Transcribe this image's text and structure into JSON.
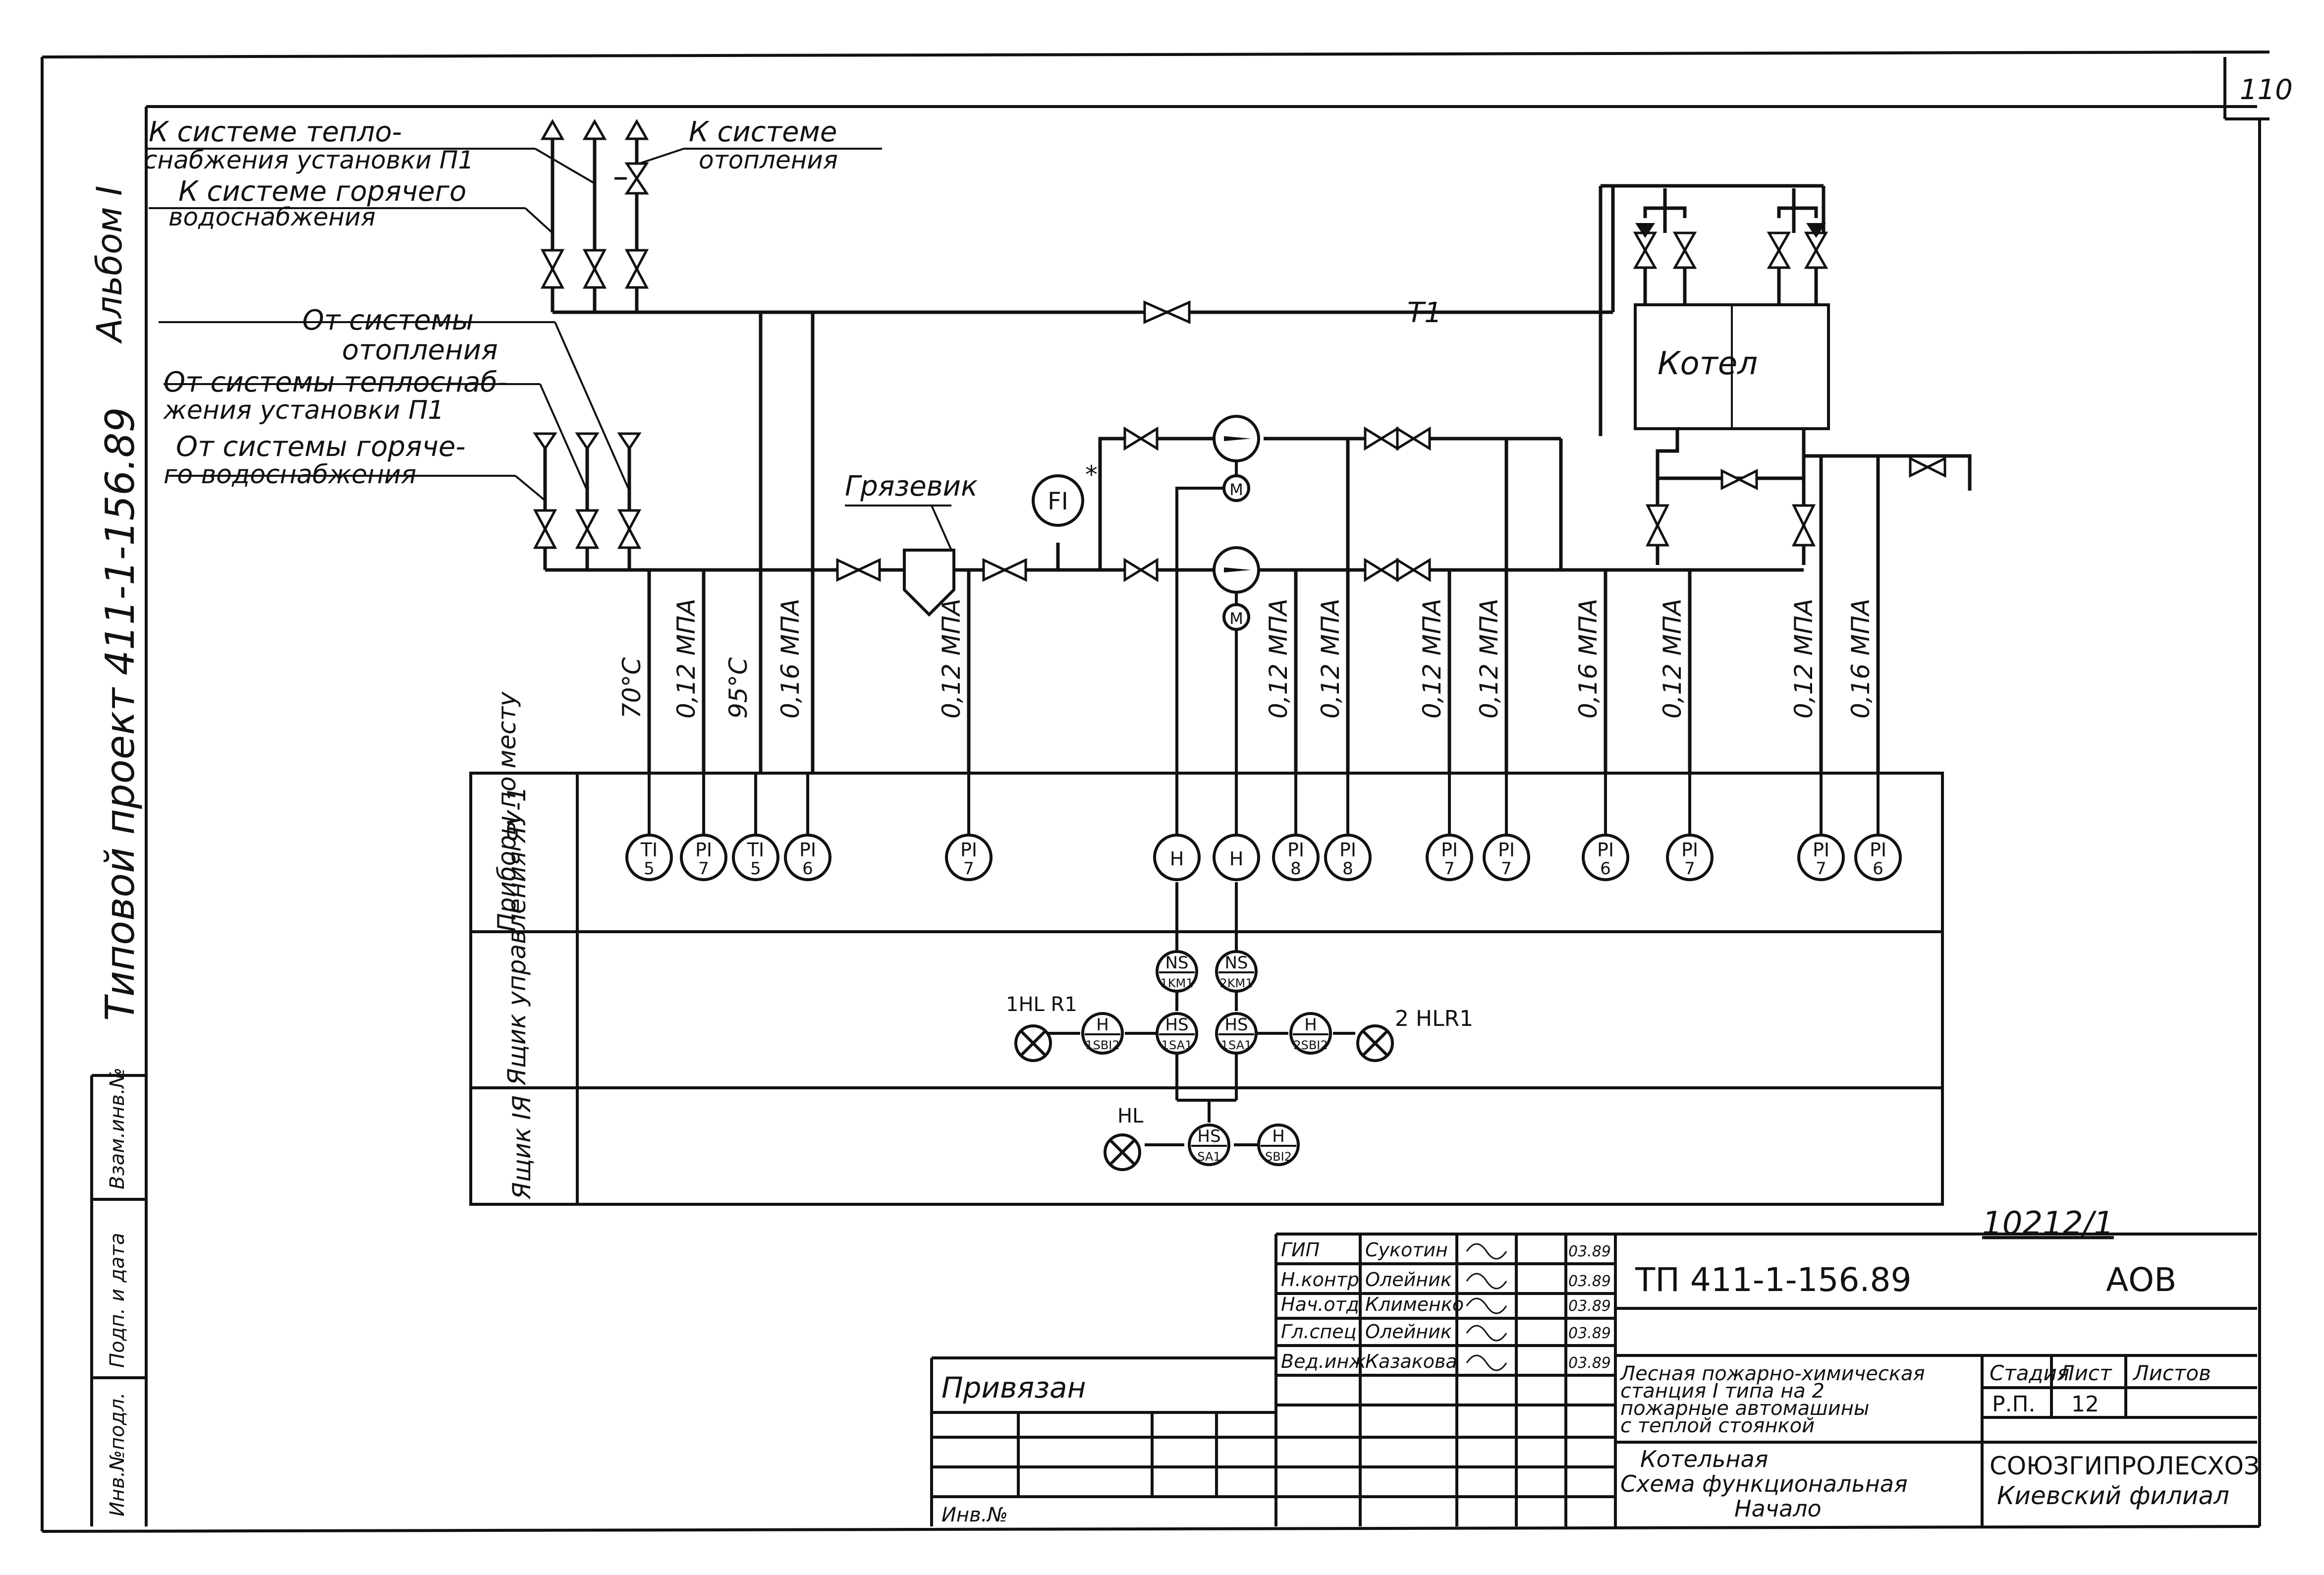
{
  "corner": {
    "sheet_mark": "110",
    "doc_number": "10212/1"
  },
  "side": {
    "album": "Альбом I",
    "project": "Типовой проект 411-1-156.89",
    "stamp_cells": [
      "Инв.№подл.",
      "Подп. и дата",
      "Взам.инв.№"
    ]
  },
  "supply_labels": {
    "l1": "К системе тепло-",
    "l2": "снабжения установки П1",
    "l3": "К системе горячего",
    "l4": "водоснабжения",
    "r1": "К системе",
    "r2": "отопления",
    "line_code": "Т1"
  },
  "return_labels": {
    "l1": "От системы",
    "l2": "отопления",
    "l3": "От системы теплоснаб-",
    "l4": "жения установки П1",
    "l5": "От системы горяче-",
    "l6": "го водоснабжения"
  },
  "equipment": {
    "mud_trap": "Грязевик",
    "boiler": "Котел",
    "flow_tag": "FI",
    "flow_note": "*"
  },
  "motor_tag": "M",
  "params": [
    {
      "text": "70°C"
    },
    {
      "text": "0,12 МПА"
    },
    {
      "text": "95°С"
    },
    {
      "text": "0,16 МПА"
    },
    {
      "text": "0,12 МПА"
    },
    {
      "text": "0,12 МПА"
    },
    {
      "text": "0,12 МПА"
    },
    {
      "text": "0,12 МПА"
    },
    {
      "text": "0,12 МПА"
    },
    {
      "text": "0,16 МПА"
    },
    {
      "text": "0,12 МПА"
    },
    {
      "text": "0,12 МПА"
    },
    {
      "text": "0,16 МПА"
    }
  ],
  "local_instruments": [
    {
      "top": "TI",
      "bottom": "5"
    },
    {
      "top": "PI",
      "bottom": "7"
    },
    {
      "top": "TI",
      "bottom": "5"
    },
    {
      "top": "PI",
      "bottom": "6"
    },
    {
      "top": "PI",
      "bottom": "7"
    },
    {
      "top": "H",
      "bottom": ""
    },
    {
      "top": "H",
      "bottom": ""
    },
    {
      "top": "PI",
      "bottom": "8"
    },
    {
      "top": "PI",
      "bottom": "8"
    },
    {
      "top": "PI",
      "bottom": "7"
    },
    {
      "top": "PI",
      "bottom": "7"
    },
    {
      "top": "PI",
      "bottom": "6"
    },
    {
      "top": "PI",
      "bottom": "7"
    },
    {
      "top": "PI",
      "bottom": "7"
    },
    {
      "top": "PI",
      "bottom": "6"
    }
  ],
  "panel": {
    "row1": "Приборы по месту",
    "row2": "Ящик управления ЯУ-1",
    "row3": "Ящик IЯ",
    "lamp_left": "1HL R1",
    "lamp_right": "2 HLR1",
    "lamp_bottom": "HL",
    "ns1": {
      "top": "NS",
      "bottom": "1KM1"
    },
    "ns2": {
      "top": "NS",
      "bottom": "2KM1"
    },
    "hs1": {
      "top": "HS",
      "bottom": "1SA1"
    },
    "hs2": {
      "top": "HS",
      "bottom": "1SA1"
    },
    "h1": {
      "top": "H",
      "bottom": "1SBI2"
    },
    "h2": {
      "top": "H",
      "bottom": "2SBI2"
    },
    "hs3": {
      "top": "HS",
      "bottom": "SA1"
    },
    "h3": {
      "top": "H",
      "bottom": "SBI2"
    }
  },
  "title_block": {
    "code": "ТП 411-1-156.89",
    "mark": "АОВ",
    "signers": [
      {
        "role": "ГИП",
        "name": "Сукотин",
        "date": "03.89"
      },
      {
        "role": "Н.контр",
        "name": "Олейник",
        "date": "03.89"
      },
      {
        "role": "Нач.отд",
        "name": "Клименко",
        "date": "03.89"
      },
      {
        "role": "Гл.спец",
        "name": "Олейник",
        "date": "03.89"
      },
      {
        "role": "Вед.инж",
        "name": "Казакова",
        "date": "03.89"
      }
    ],
    "description": [
      "Лесная пожарно-химическая",
      "станция I типа на 2",
      "пожарные автомашины",
      "с теплой стоянкой"
    ],
    "sheet_title": [
      "Котельная",
      "Схема функциональная",
      "Начало"
    ],
    "stage_head": "Стадия",
    "sheet_head": "Лист",
    "sheets_head": "Листов",
    "stage": "Р.П.",
    "sheet": "12",
    "sheets": "",
    "org": [
      "СОЮЗГИПРОЛЕСХОЗ",
      "Киевский филиал"
    ],
    "binding": "Привязан",
    "inv": "Инв.№"
  }
}
